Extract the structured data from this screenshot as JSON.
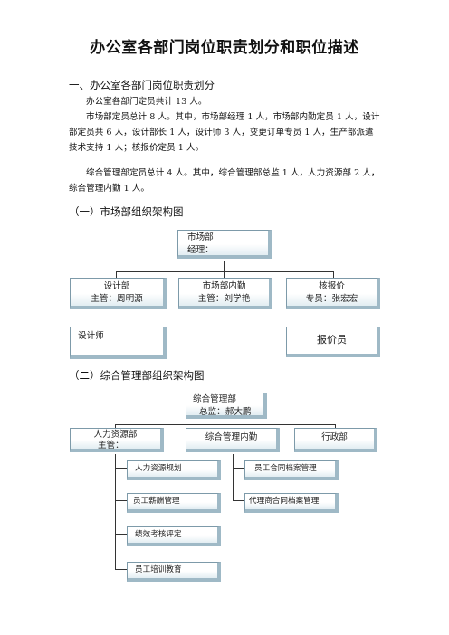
{
  "doc": {
    "title": "办公室各部门岗位职责划分和职位描述",
    "section1": "一、办公室各部门岗位职责划分",
    "para1": "办公室各部门定员共计 13 人。",
    "para2": "市场部定员总计 8 人。其中，市场部经理 1 人，市场部内勤定员 1 人，设计部定员共 6 人，设计部长 1 人，设计师 3 人，变更订单专员 1 人，生产部派遣技术支持 1 人；核报价定员 1 人。",
    "para3": "综合管理部定员总计 4 人。其中，综合管理部总监 1 人，人力资源部 2 人，综合管理内勤 1 人。",
    "sub1": "（一）市场部组织架构图",
    "sub2": "（二）综合管理部组织架构图"
  },
  "chart1": {
    "root": {
      "line1": "市场部",
      "line2": "经理："
    },
    "nodes": [
      {
        "line1": "设计部",
        "line2": "主管：周明源"
      },
      {
        "line1": "市场部内勤",
        "line2": "主管：刘学艳"
      },
      {
        "line1": "核报价",
        "line2": "专员：张宏宏"
      }
    ],
    "designer": "设计师",
    "quoter": "报价员"
  },
  "chart2": {
    "root": {
      "line1": "综合管理部",
      "line2": "总监：郝大鹏"
    },
    "hr": {
      "line1": "人力资源部",
      "line2": "主管："
    },
    "inner": "综合管理内勤",
    "admin": "行政部",
    "hr_items": [
      "人力资源规划",
      "员工薪酬管理",
      "绩效考核评定",
      "员工培训教育"
    ],
    "inner_items": [
      "员工合同档案管理",
      "代理商合同档案管理"
    ]
  }
}
